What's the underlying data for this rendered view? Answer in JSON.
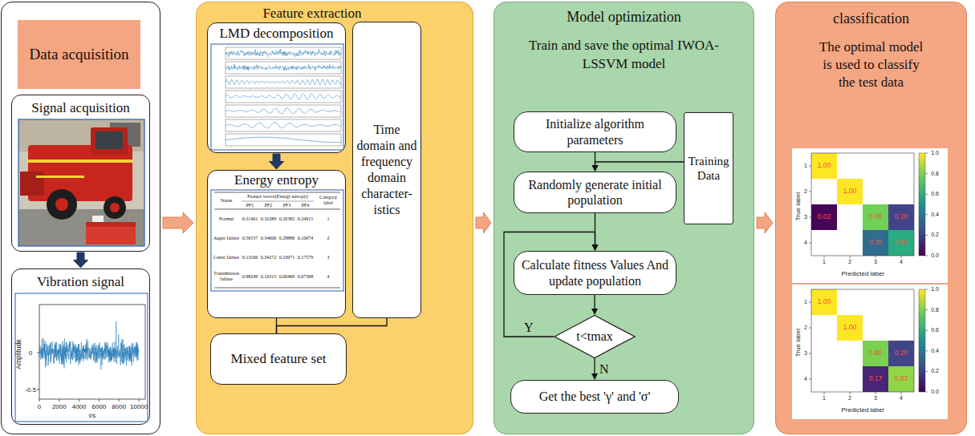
{
  "diagram": {
    "nodes": [
      {
        "text": [
          "Data acquisition"
        ]
      },
      {
        "text": [
          "Signal acquisition"
        ],
        "in": 0
      },
      {
        "text": [
          "Vibration signal"
        ],
        "in": 0
      },
      {
        "text": [
          "Feature extraction"
        ]
      },
      {
        "text": [
          "LMD decomposition"
        ],
        "in": 3
      },
      {
        "text": [
          "Time domain and frequency domain character-istics"
        ],
        "in": 3
      },
      {
        "text": [
          "Energy entropy"
        ],
        "in": 3
      },
      {
        "text": [
          "Mixed feature set"
        ],
        "in": 3
      },
      {
        "text": [
          "Model optimization",
          "Train and save the optimal IWOA-LSSVM model"
        ]
      },
      {
        "text": [
          "Initialize algorithm parameters"
        ],
        "in": 8
      },
      {
        "text": [
          "Training Data"
        ],
        "in": 8
      },
      {
        "text": [
          "Randomly generate initial population"
        ],
        "in": 8
      },
      {
        "text": [
          "Calculate fitness Values And update population"
        ],
        "in": 8
      },
      {
        "text": [
          "t<tmax"
        ],
        "in": 8
      },
      {
        "text": [
          "Get the best 'γ' and 'σ'"
        ],
        "in": 8
      },
      {
        "text": [
          "classification",
          "The optimal model is used to classify the test data"
        ]
      }
    ],
    "edges": [
      {
        "from": 0,
        "to": 3,
        "arrow": "to"
      },
      {
        "from": 3,
        "to": 8,
        "arrow": "to"
      },
      {
        "from": 8,
        "to": 15,
        "arrow": "to"
      },
      {
        "from": 1,
        "to": 2,
        "arrow": "to"
      },
      {
        "from": 4,
        "to": 6,
        "arrow": "to"
      },
      {
        "from": 6,
        "to": 7,
        "arrow": "none"
      },
      {
        "from": 5,
        "to": 7,
        "arrow": "none"
      },
      {
        "from": 9,
        "to": 11,
        "arrow": "to"
      },
      {
        "from": 10,
        "to": 11,
        "arrow": "to"
      },
      {
        "from": 11,
        "to": 12,
        "arrow": "to"
      },
      {
        "from": 12,
        "to": 13,
        "arrow": "to"
      },
      {
        "from": 13,
        "to": 12,
        "label": "Y",
        "arrow": "to"
      },
      {
        "from": 13,
        "to": 14,
        "label": "N",
        "arrow": "to"
      }
    ],
    "labels": [
      "Amplitude",
      "0",
      "-0.5",
      "0",
      "2000",
      "4000",
      "6000",
      "8000",
      "10000",
      "t/s",
      "Status",
      "Feature vector(Energy entropy)",
      "Category label",
      "PF1",
      "PF2",
      "PF3",
      "PF4",
      "Normal",
      "0.31401",
      "0.32289",
      "0.26382",
      "0.24915",
      "1",
      "Auger failure",
      "0.56537",
      "0.34606",
      "0.28886",
      "0.10974",
      "2",
      "Cutter failure",
      "0.13106",
      "0.34272",
      "0.19971",
      "0.17579",
      "3",
      "Transmission failure",
      "0.98249",
      "0.10313",
      "0.06469",
      "0.07398",
      "4",
      "1.00",
      "1.00",
      "0.02",
      "0.78",
      "0.20",
      "0.35",
      "0.65",
      "1",
      "2",
      "3",
      "4",
      "1",
      "2",
      "3",
      "4",
      "True label",
      "Predicted label",
      "1.0",
      "0.8",
      "0.6",
      "0.4",
      "0.2",
      "0.0",
      "1.00",
      "1.00",
      "0.80",
      "0.20",
      "0.17",
      "0.83",
      "1",
      "2",
      "3",
      "4",
      "1",
      "2",
      "3",
      "4",
      "True label",
      "Predicted label",
      "1.0",
      "0.8",
      "0.6",
      "0.4",
      "0.2",
      "0.0"
    ]
  }
}
